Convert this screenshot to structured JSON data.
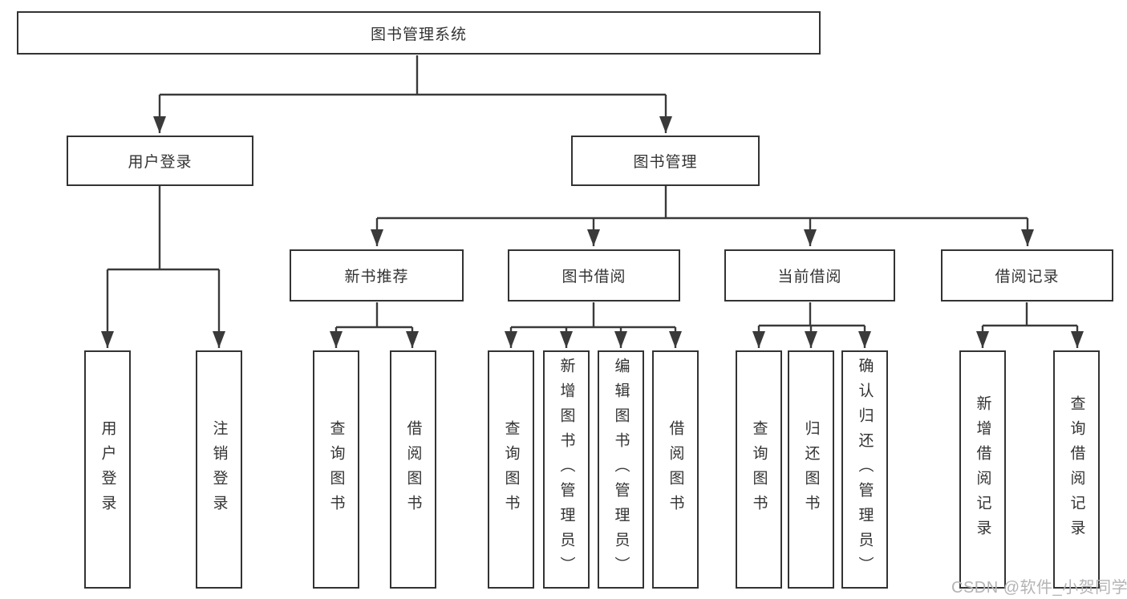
{
  "diagram": {
    "root": {
      "label": "图书管理系统"
    },
    "level2": [
      {
        "label": "用户登录"
      },
      {
        "label": "图书管理"
      }
    ],
    "level3": [
      {
        "label": "新书推荐"
      },
      {
        "label": "图书借阅"
      },
      {
        "label": "当前借阅"
      },
      {
        "label": "借阅记录"
      }
    ],
    "leaves": {
      "user_login": [
        "用户登录",
        "注销登录"
      ],
      "new_books": [
        "查询图书",
        "借阅图书"
      ],
      "book_borrow": [
        "查询图书",
        "新增图书（管理员）",
        "编辑图书（管理员）",
        "借阅图书"
      ],
      "current_borrow": [
        "查询图书",
        "归还图书",
        "确认归还（管理员）"
      ],
      "borrow_records": [
        "新增借阅记录",
        "查询借阅记录"
      ]
    }
  },
  "watermark": {
    "text": "CSDN @软件_小贺同学"
  },
  "colors": {
    "line": "#3a3a3a",
    "box_border": "#333333",
    "text": "#333333",
    "watermark": "#b4b4b7",
    "background": "#ffffff"
  }
}
